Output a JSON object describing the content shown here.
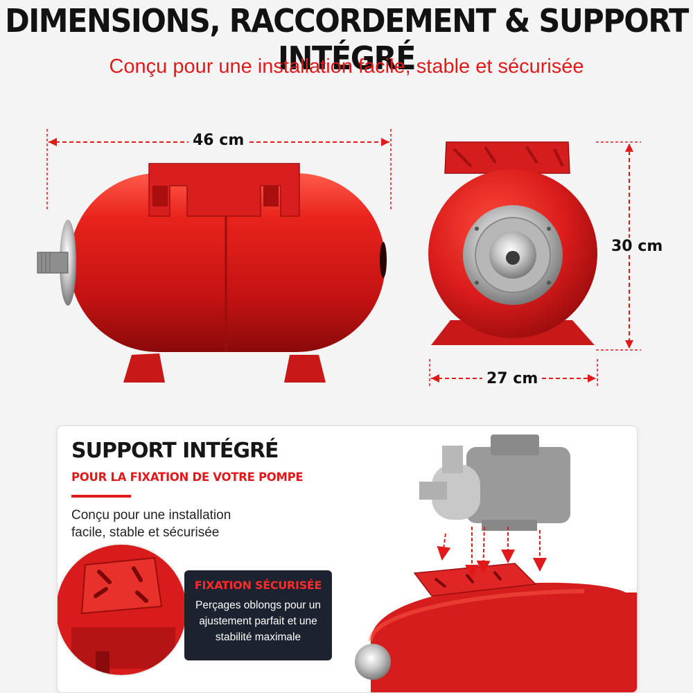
{
  "header": {
    "title": "DIMENSIONS, RACCORDEMENT & SUPPORT INTÉGRÉ",
    "subtitle": "Conçu pour une installation facile, stable et sécurisée"
  },
  "dimensions": {
    "length": "46 cm",
    "height": "30 cm",
    "width": "27 cm"
  },
  "feature_panel": {
    "title": "SUPPORT INTÉGRÉ",
    "subtitle": "POUR LA FIXATION DE VOTRE POMPE",
    "description": "Conçu pour une installation facile, stable et sécurisée",
    "badge": {
      "title": "FIXATION SÉCURISÉE",
      "text": "Perçages oblongs pour un ajustement parfait et une stabilité maximale"
    }
  },
  "colors": {
    "accent_red": "#e01a1a",
    "tank_red": "#d81b1b",
    "dark_badge": "#1d2230"
  }
}
